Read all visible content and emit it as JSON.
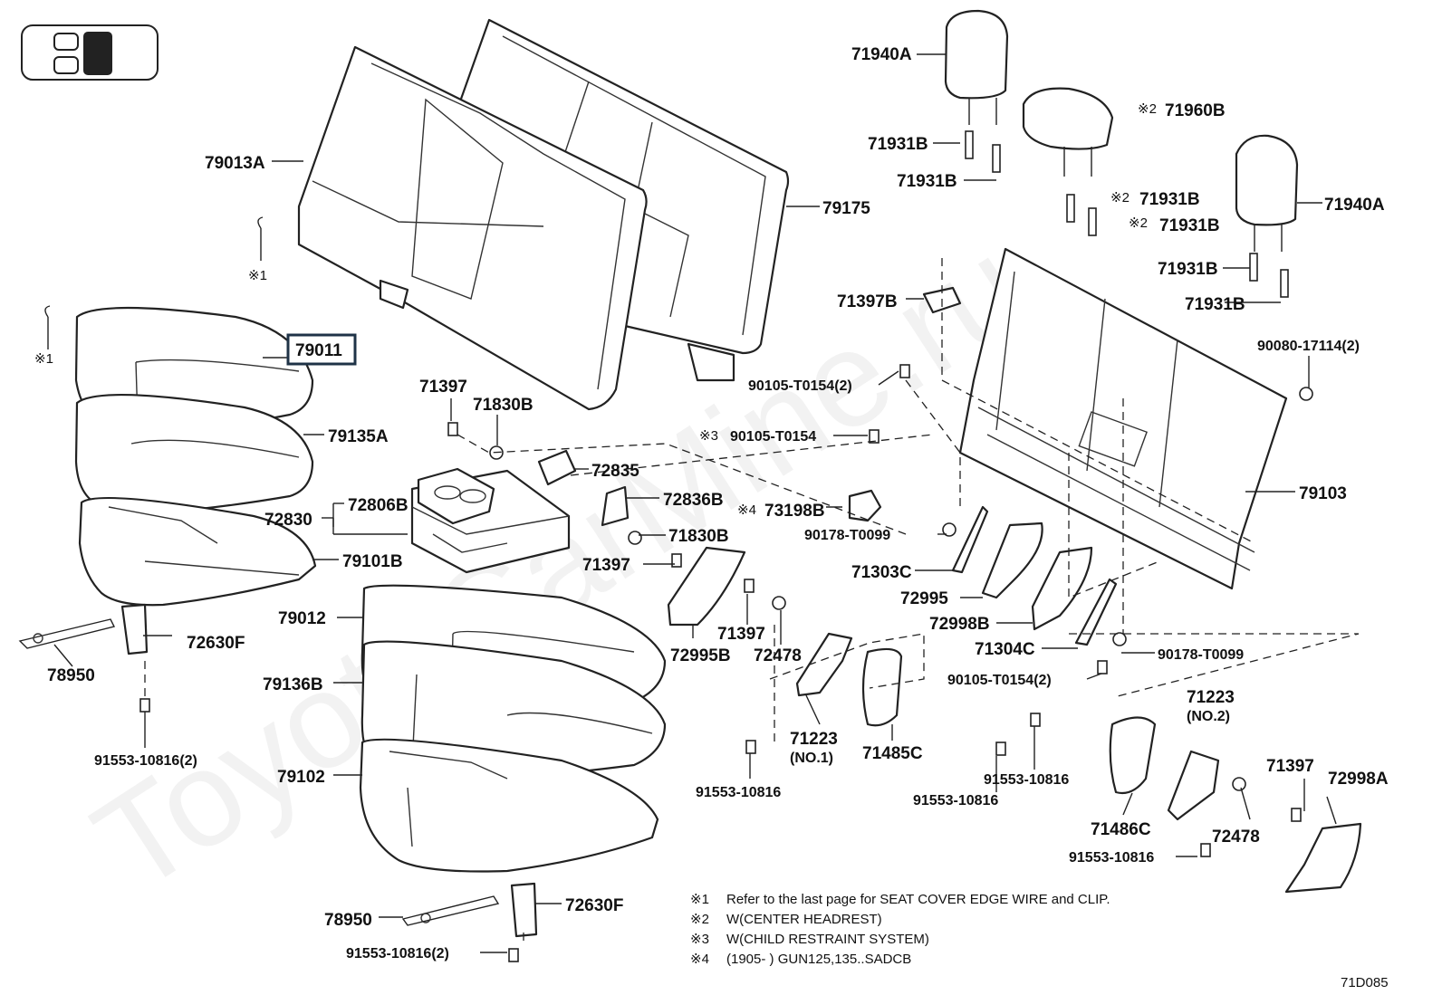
{
  "watermark": "ToyotaCarMine.ru",
  "diagram_code": "71D085",
  "highlighted_part": "79011",
  "labels": {
    "p79013A": "79013A",
    "p79175": "79175",
    "p79011": "79011",
    "p79135A": "79135A",
    "p79101B": "79101B",
    "p72830": "72830",
    "p72806B": "72806B",
    "p71397_a": "71397",
    "p71830B_a": "71830B",
    "p72835": "72835",
    "p72836B": "72836B",
    "p71830B_b": "71830B",
    "p71397_b": "71397",
    "p79012": "79012",
    "p79136B": "79136B",
    "p79102": "79102",
    "p78950_a": "78950",
    "p72630F_a": "72630F",
    "p91553_10816_2_a": "91553-10816(2)",
    "p78950_b": "78950",
    "p72630F_b": "72630F",
    "p91553_10816_2_b": "91553-10816(2)",
    "p72995B": "72995B",
    "p71397_c": "71397",
    "p72478_a": "72478",
    "p71223_1": "71223",
    "p71223_1_sub": "(NO.1)",
    "p91553_10816_a": "91553-10816",
    "p71485C": "71485C",
    "p71940A_a": "71940A",
    "p71931B_a": "71931B",
    "p71931B_b": "71931B",
    "p71960B": "71960B",
    "p71931B_c": "71931B",
    "p71931B_d": "71931B",
    "p71940A_b": "71940A",
    "p71931B_e": "71931B",
    "p71931B_f": "71931B",
    "p71397B": "71397B",
    "p90080": "90080-17114(2)",
    "p90105_a": "90105-T0154(2)",
    "p90105_b": "90105-T0154",
    "p79103": "79103",
    "p73198B": "73198B",
    "p90178_a": "90178-T0099",
    "p71303C": "71303C",
    "p72995": "72995",
    "p72998B": "72998B",
    "p71304C": "71304C",
    "p90178_b": "90178-T0099",
    "p90105_c": "90105-T0154(2)",
    "p71223_2": "71223",
    "p71223_2_sub": "(NO.2)",
    "p91553_10816_b": "91553-10816",
    "p91553_10816_c": "91553-10816",
    "p71486C": "71486C",
    "p71397_d": "71397",
    "p72998A": "72998A",
    "p72478_b": "72478",
    "p91553_10816_d": "91553-10816"
  },
  "marks": {
    "m1_a": "※1",
    "m1_b": "※1",
    "m2_a": "※2",
    "m2_b": "※2",
    "m2_c": "※2",
    "m3": "※3",
    "m4": "※4"
  },
  "notes": [
    {
      "mark": "※1",
      "text": "Refer to the last page for SEAT COVER EDGE WIRE and CLIP."
    },
    {
      "mark": "※2",
      "text": "W(CENTER  HEADREST)"
    },
    {
      "mark": "※3",
      "text": "W(CHILD RESTRAINT SYSTEM)"
    },
    {
      "mark": "※4",
      "text": "(1905-      ) GUN125,135..SADCB"
    }
  ]
}
